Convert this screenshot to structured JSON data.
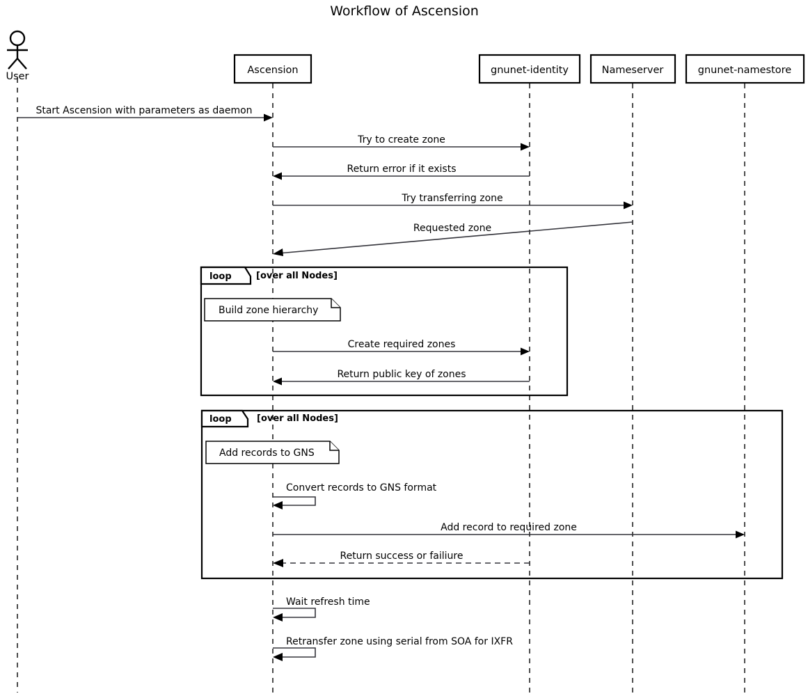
{
  "title": "Workflow of Ascension",
  "actor": {
    "name": "User",
    "icon": "stick-figure-actor-icon"
  },
  "participants": [
    {
      "id": "ascension",
      "label": "Ascension"
    },
    {
      "id": "gnunet-identity",
      "label": "gnunet-identity"
    },
    {
      "id": "nameserver",
      "label": "Nameserver"
    },
    {
      "id": "gnunet-namestore",
      "label": "gnunet-namestore"
    }
  ],
  "messages": [
    {
      "id": "m1",
      "label": "Start Ascension with parameters as daemon",
      "from": "User",
      "to": "Ascension",
      "style": "solid",
      "direction": "right"
    },
    {
      "id": "m2",
      "label": "Try to create zone",
      "from": "Ascension",
      "to": "gnunet-identity",
      "style": "solid",
      "direction": "right"
    },
    {
      "id": "m3",
      "label": "Return error if it exists",
      "from": "gnunet-identity",
      "to": "Ascension",
      "style": "solid",
      "direction": "left"
    },
    {
      "id": "m4",
      "label": "Try transferring zone",
      "from": "Ascension",
      "to": "Nameserver",
      "style": "solid",
      "direction": "right"
    },
    {
      "id": "m5",
      "label": "Requested zone",
      "from": "Nameserver",
      "to": "Ascension",
      "style": "solid",
      "direction": "left",
      "slanted": true
    },
    {
      "id": "m6",
      "label": "Create required zones",
      "from": "Ascension",
      "to": "gnunet-identity",
      "style": "solid",
      "direction": "right"
    },
    {
      "id": "m7",
      "label": "Return public key of zones",
      "from": "gnunet-identity",
      "to": "Ascension",
      "style": "solid",
      "direction": "left"
    },
    {
      "id": "m8",
      "label": "Convert records to GNS format",
      "from": "Ascension",
      "to": "Ascension",
      "style": "solid",
      "direction": "self"
    },
    {
      "id": "m9",
      "label": "Add record to required zone",
      "from": "Ascension",
      "to": "gnunet-namestore",
      "style": "solid",
      "direction": "right"
    },
    {
      "id": "m10",
      "label": "Return success or failiure",
      "from": "gnunet-identity",
      "to": "Ascension",
      "style": "dashed",
      "direction": "left"
    },
    {
      "id": "m11",
      "label": "Wait refresh time",
      "from": "Ascension",
      "to": "Ascension",
      "style": "solid",
      "direction": "self"
    },
    {
      "id": "m12",
      "label": "Retransfer zone using serial from SOA for IXFR",
      "from": "Ascension",
      "to": "Ascension",
      "style": "solid",
      "direction": "self"
    }
  ],
  "notes": [
    {
      "id": "n1",
      "label": "Build zone hierarchy"
    },
    {
      "id": "n2",
      "label": "Add records to GNS"
    }
  ],
  "fragments": [
    {
      "id": "loop1",
      "keyword": "loop",
      "condition": "[over all Nodes]"
    },
    {
      "id": "loop2",
      "keyword": "loop",
      "condition": "[over all Nodes]"
    }
  ],
  "colors": {
    "background": "#ffffff",
    "stroke": "#000000",
    "arrow": "#33333a"
  }
}
